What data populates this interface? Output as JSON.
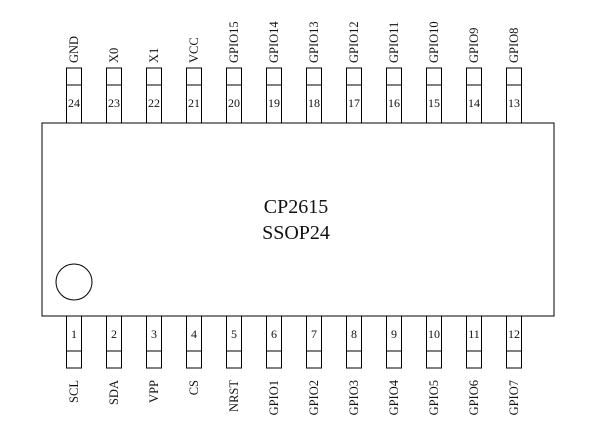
{
  "chip": {
    "part_number": "CP2615",
    "package": "SSOP24"
  },
  "pins": {
    "bottom": [
      {
        "number": "1",
        "label": "SCL"
      },
      {
        "number": "2",
        "label": "SDA"
      },
      {
        "number": "3",
        "label": "VPP"
      },
      {
        "number": "4",
        "label": "CS"
      },
      {
        "number": "5",
        "label": "NRST"
      },
      {
        "number": "6",
        "label": "GPIO1"
      },
      {
        "number": "7",
        "label": "GPIO2"
      },
      {
        "number": "8",
        "label": "GPIO3"
      },
      {
        "number": "9",
        "label": "GPIO4"
      },
      {
        "number": "10",
        "label": "GPIO5"
      },
      {
        "number": "11",
        "label": "GPIO6"
      },
      {
        "number": "12",
        "label": "GPIO7"
      }
    ],
    "top": [
      {
        "number": "24",
        "label": "GND"
      },
      {
        "number": "23",
        "label": "X0"
      },
      {
        "number": "22",
        "label": "X1"
      },
      {
        "number": "21",
        "label": "VCC"
      },
      {
        "number": "20",
        "label": "GPIO15"
      },
      {
        "number": "19",
        "label": "GPIO14"
      },
      {
        "number": "18",
        "label": "GPIO13"
      },
      {
        "number": "17",
        "label": "GPIO12"
      },
      {
        "number": "16",
        "label": "GPIO11"
      },
      {
        "number": "15",
        "label": "GPIO10"
      },
      {
        "number": "14",
        "label": "GPIO9"
      },
      {
        "number": "13",
        "label": "GPIO8"
      }
    ]
  },
  "colors": {
    "stroke": "#000000",
    "fill": "#ffffff",
    "text": "#111111"
  }
}
